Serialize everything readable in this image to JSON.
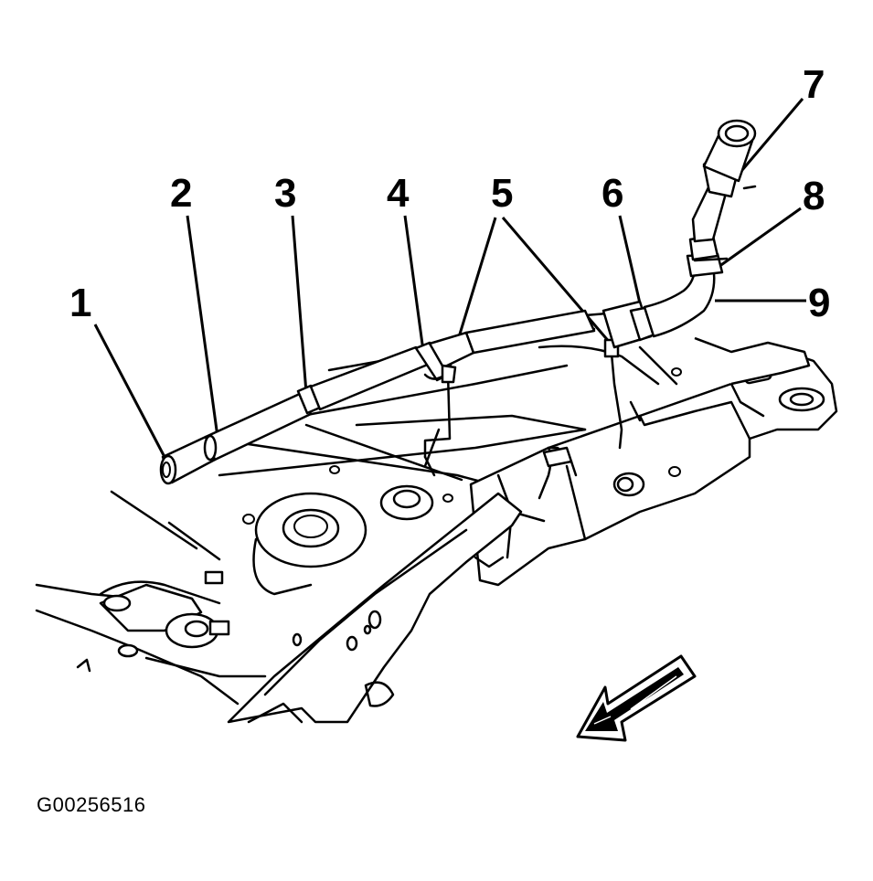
{
  "callouts": [
    {
      "id": "1",
      "label": "1"
    },
    {
      "id": "2",
      "label": "2"
    },
    {
      "id": "3",
      "label": "3"
    },
    {
      "id": "4",
      "label": "4"
    },
    {
      "id": "5",
      "label": "5"
    },
    {
      "id": "6",
      "label": "6"
    },
    {
      "id": "7",
      "label": "7"
    },
    {
      "id": "8",
      "label": "8"
    },
    {
      "id": "9",
      "label": "9"
    }
  ],
  "figure_id": "G00256516",
  "direction_arrow_icon": "front-direction-arrow-icon"
}
